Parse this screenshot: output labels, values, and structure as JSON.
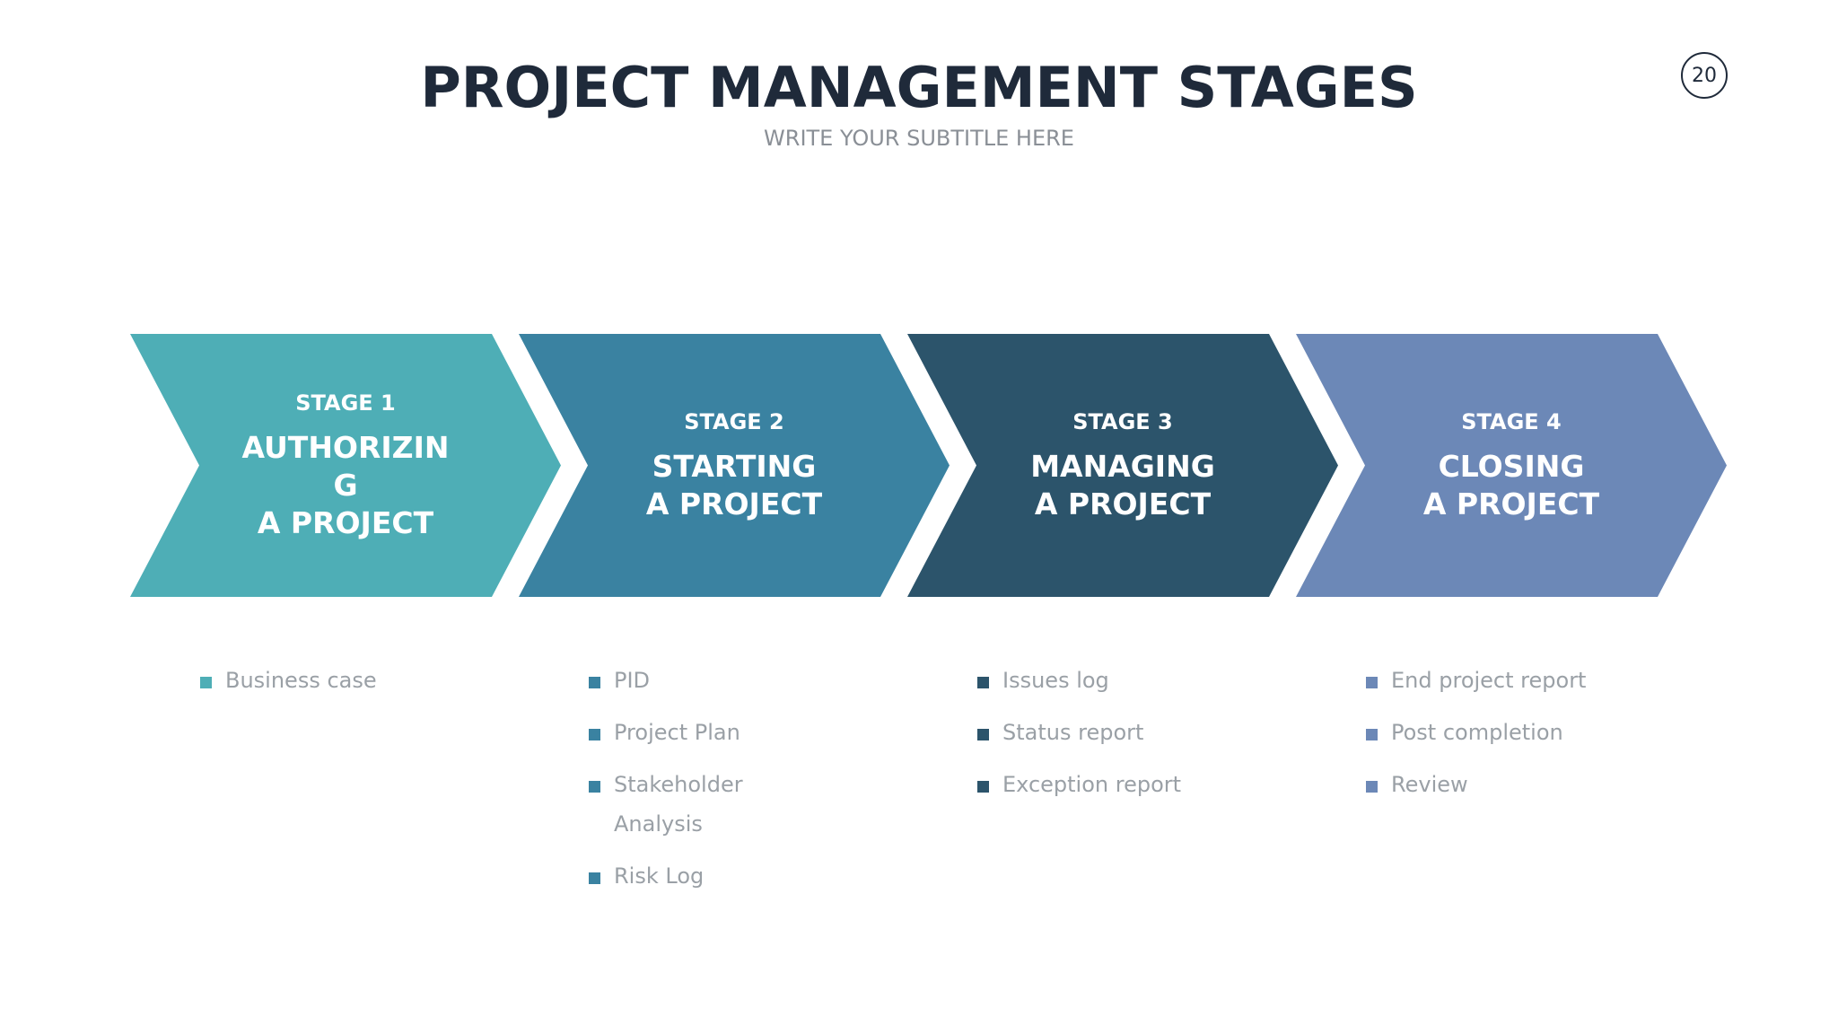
{
  "header": {
    "title": "PROJECT MANAGEMENT STAGES",
    "subtitle": "WRITE YOUR SUBTITLE HERE",
    "page_number": "20"
  },
  "colors": {
    "stage1": "#4eaeb6",
    "stage2": "#3a82a1",
    "stage3": "#2c546b",
    "stage4": "#6c88b7",
    "title": "#1f2a3a",
    "bullet_text": "#9aa0a6"
  },
  "stages": [
    {
      "label": "STAGE 1",
      "name": "AUTHORIZIN\nG\nA PROJECT",
      "bullets": [
        "Business case"
      ]
    },
    {
      "label": "STAGE 2",
      "name": "STARTING\nA PROJECT",
      "bullets": [
        "PID",
        "Project Plan",
        "Stakeholder Analysis",
        "Risk Log"
      ]
    },
    {
      "label": "STAGE 3",
      "name": "MANAGING\nA PROJECT",
      "bullets": [
        "Issues log",
        "Status report",
        "Exception report"
      ]
    },
    {
      "label": "STAGE 4",
      "name": "CLOSING\nA PROJECT",
      "bullets": [
        "End project report",
        "Post completion",
        "Review"
      ]
    }
  ]
}
